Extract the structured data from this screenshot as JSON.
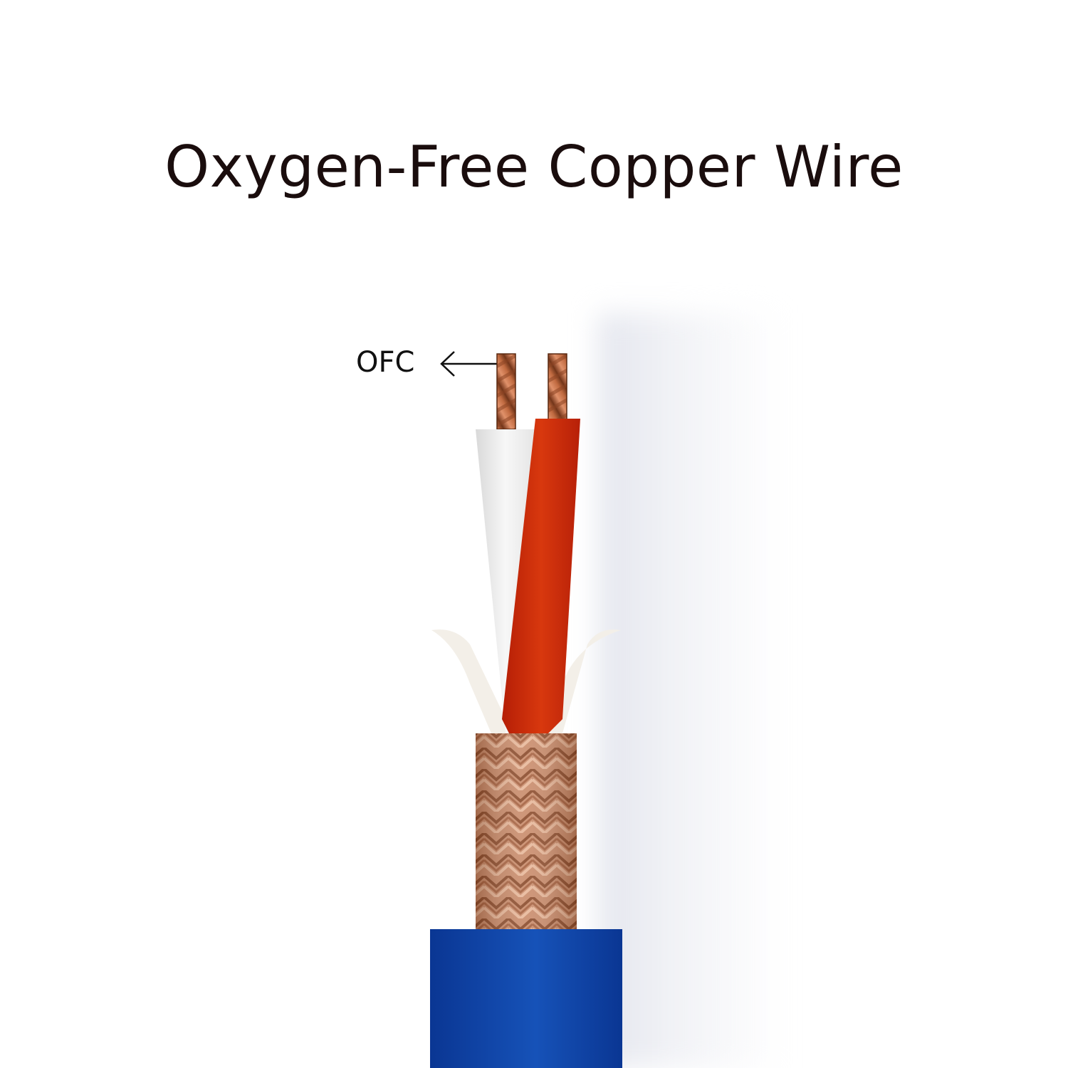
{
  "title": "Oxygen-Free Copper Wire",
  "callout": {
    "label": "OFC",
    "arrow": "arrow-left-icon"
  },
  "diagram": {
    "subject": "cable cross-section",
    "layers": [
      {
        "name": "copper conductor",
        "color": "#c8754a"
      },
      {
        "name": "white insulation",
        "color": "#f2f2f2"
      },
      {
        "name": "red insulation",
        "color": "#c42a0c"
      },
      {
        "name": "cotton filler",
        "color": "#f3efe8"
      },
      {
        "name": "braided copper shield",
        "color": "#c98b6a"
      },
      {
        "name": "blue outer jacket",
        "color": "#0d3fa0"
      }
    ]
  }
}
